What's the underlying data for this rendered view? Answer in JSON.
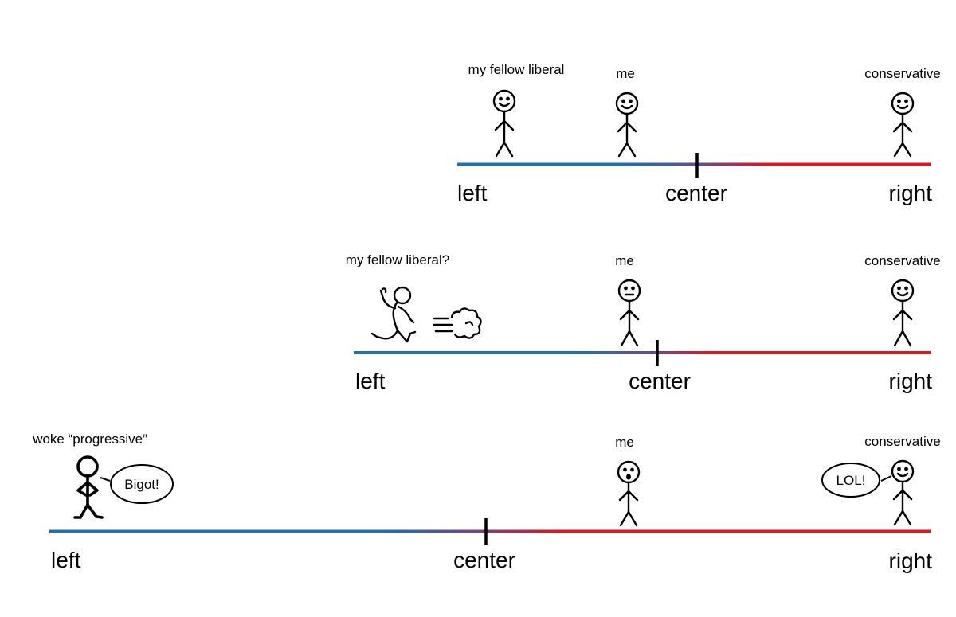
{
  "scenes": [
    {
      "axis": {
        "left": "left",
        "center": "center",
        "right": "right"
      },
      "figures": {
        "liberal": "my fellow liberal",
        "me": "me",
        "conservative": "conservative"
      }
    },
    {
      "axis": {
        "left": "left",
        "center": "center",
        "right": "right"
      },
      "figures": {
        "liberal": "my fellow liberal?",
        "me": "me",
        "conservative": "conservative"
      }
    },
    {
      "axis": {
        "left": "left",
        "center": "center",
        "right": "right"
      },
      "figures": {
        "liberal": "woke “progressive”",
        "me": "me",
        "conservative": "conservative"
      },
      "speech": {
        "liberal": "Bigot!",
        "conservative": "LOL!"
      }
    }
  ],
  "colors": {
    "left": "#1f6fb5",
    "right": "#e0151f",
    "mid": "#6a4a8a"
  },
  "icons": [
    "smiling-stick-figure-icon",
    "neutral-stick-figure-icon",
    "surprised-stick-figure-icon",
    "running-stick-figure-icon",
    "dust-cloud-icon",
    "speech-bubble-icon",
    "center-tick-icon"
  ]
}
